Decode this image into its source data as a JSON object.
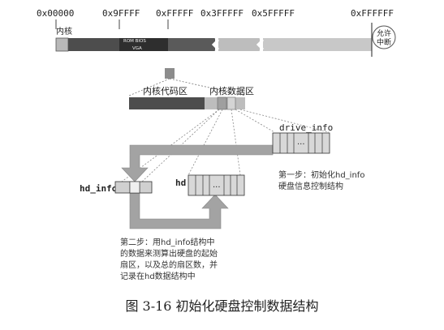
{
  "memory_map": {
    "addresses": [
      "0x00000",
      "0x9FFFF",
      "0xFFFFF",
      "0x3FFFFF",
      "0x5FFFFF",
      "0xFFFFFF"
    ],
    "kernel_label": "内核",
    "rom_bios_label": "ROM BIOS",
    "vga_label": "VGA",
    "interrupt_label": "允许中断"
  },
  "kernel_zoom": {
    "code_area_label": "内核代码区",
    "data_area_label": "内核数据区"
  },
  "structures": {
    "drive_info_label": "drive_info",
    "drive_info_cell": "...",
    "hd_info_label": "hd_info",
    "hd_label": "hd",
    "hd_cell": "..."
  },
  "steps": {
    "step1_lines": [
      "第一步：初始化hd_info",
      "硬盘信息控制结构"
    ],
    "step2_lines": [
      "第二步：用hd_info结构中",
      "的数据来测算出硬盘的起始",
      "扇区，以及总的扇区数，并",
      "记录在hd数据结构中"
    ]
  },
  "caption": "图 3-16  初始化硬盘控制数据结构",
  "colors": {
    "dark_bar": "#4d4d4d",
    "light_bar": "#c8c8c8",
    "medium_bar": "#9a9a9a",
    "arrow": "#a3a3a3"
  }
}
